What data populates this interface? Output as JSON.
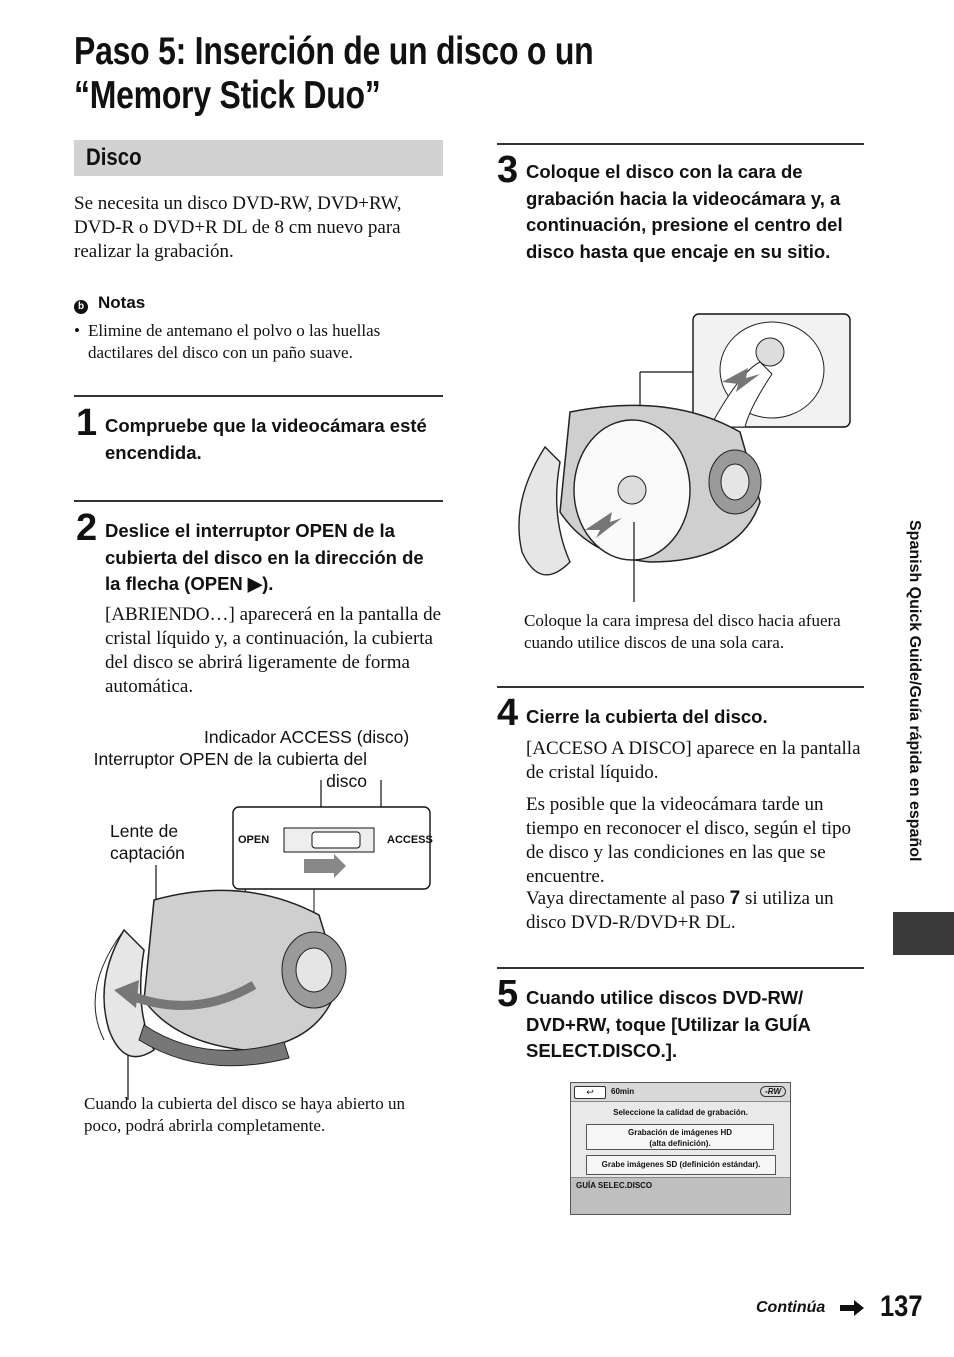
{
  "title": "Paso 5: Inserción de un disco o un “Memory Stick Duo”",
  "section": "Disco",
  "intro": "Se necesita un disco DVD-RW, DVD+RW, DVD-R o DVD+R DL de 8 cm nuevo para realizar la grabación.",
  "notes": {
    "heading": "Notas",
    "items": [
      "Elimine de antemano el polvo o las huellas dactilares del disco con un paño suave."
    ]
  },
  "steps": [
    {
      "num": "1",
      "title": "Compruebe que la videocámara esté encendida."
    },
    {
      "num": "2",
      "title": "Deslice el interruptor OPEN de la cubierta del disco en la dirección de la flecha (OPEN ▶).",
      "body": "[ABRIENDO…] aparecerá en la pantalla de cristal líquido y, a continuación, la cubierta del disco se abrirá ligeramente de forma automática."
    },
    {
      "num": "3",
      "title": "Coloque el disco con la cara de grabación hacia la videocámara y, a continuación, presione el centro del disco hasta que encaje en su sitio."
    },
    {
      "num": "4",
      "title": "Cierre la cubierta del disco.",
      "body1": "[ACCESO A DISCO] aparece en la pantalla de cristal líquido.",
      "body2": "Es posible que la videocámara tarde un tiempo en reconocer el disco, según el tipo de disco y las condiciones en las que se encuentre.",
      "body3a": "Vaya directamente al paso ",
      "body3b": "7",
      "body3c": " si utiliza un disco DVD-R/DVD+R DL."
    },
    {
      "num": "5",
      "title": "Cuando utilice discos DVD-RW/ DVD+RW, toque [Utilizar la GUÍA SELECT.DISCO.]."
    }
  ],
  "fig2": {
    "label_access": "Indicador ACCESS (disco)",
    "label_switch": "Interruptor OPEN de la cubierta del disco",
    "label_lens": "Lente de captación",
    "switch_open": "OPEN",
    "switch_access": "ACCESS",
    "caption": "Cuando la cubierta del disco se haya abierto un poco, podrá abrirla completamente."
  },
  "fig3": {
    "caption": "Coloque la cara impresa del disco hacia afuera cuando utilice discos de una sola cara."
  },
  "lcd": {
    "back_label": "↩",
    "remaining": "60min",
    "disc_type": "-RW",
    "prompt": "Seleccione la calidad de grabación.",
    "option_hd_1": "Grabación de imágenes HD",
    "option_hd_2": "(alta definición).",
    "option_sd": "Grabe imágenes SD (definición estándar).",
    "footer": "GUÍA SELEC.DISCO"
  },
  "sidebar": "Spanish Quick Guide/Guía rápida en español",
  "footer": {
    "continua": "Continúa",
    "page": "137"
  }
}
